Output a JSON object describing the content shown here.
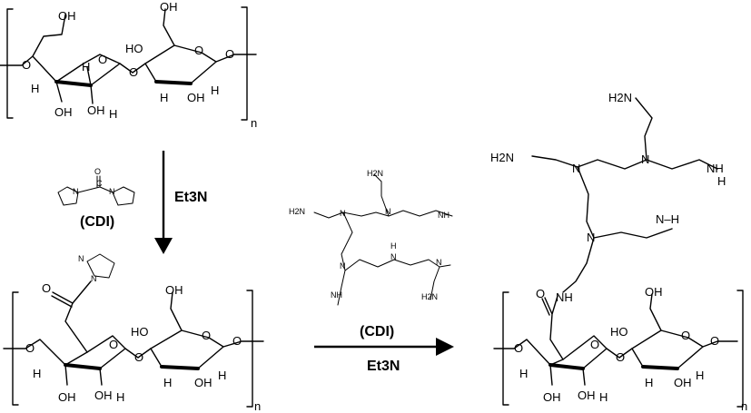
{
  "structure_labels": {
    "hydroxyl": "OH",
    "hydroxyl_left": "HO",
    "hydrogen": "H",
    "ring_oxygen": "O",
    "repeat_n": "n",
    "nitrogen": "N",
    "amine_nh": "NH",
    "amine_nh_h": "N–H",
    "primary_amine": "H2N",
    "carbonyl_o": "O",
    "carbon": "C"
  },
  "reagents": {
    "step1_reagent": "(CDI)",
    "step1_base": "Et3N",
    "step2_reagent": "(CDI)",
    "step2_base": "Et3N"
  }
}
